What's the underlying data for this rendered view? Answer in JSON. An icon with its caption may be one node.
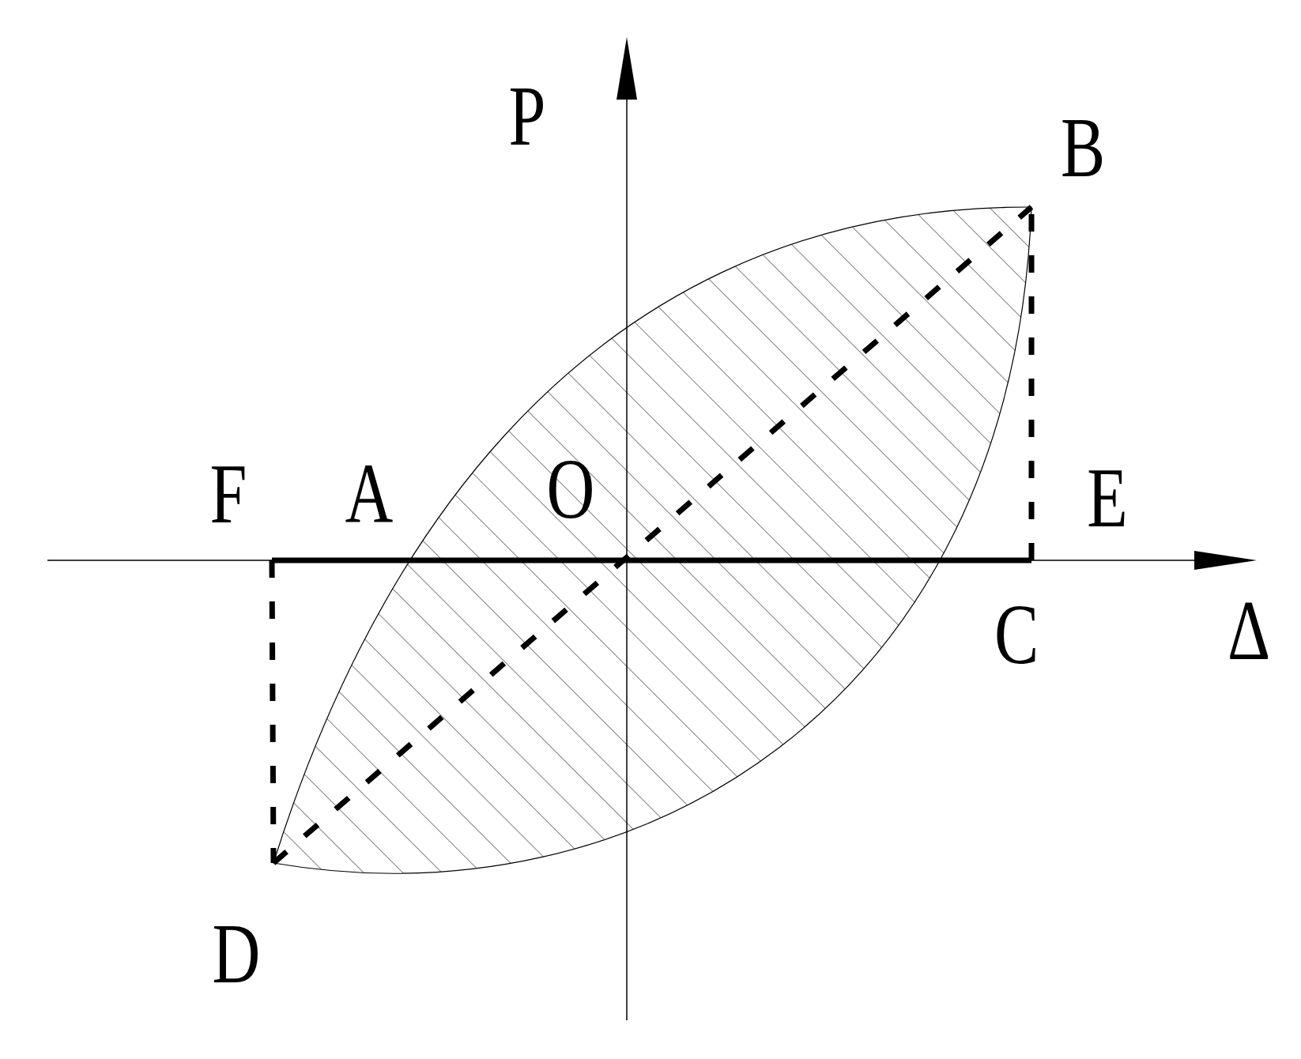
{
  "diagram": {
    "labels": [
      "P",
      "B",
      "F",
      "A",
      "O",
      "E",
      "C",
      "Δ",
      "D"
    ]
  }
}
